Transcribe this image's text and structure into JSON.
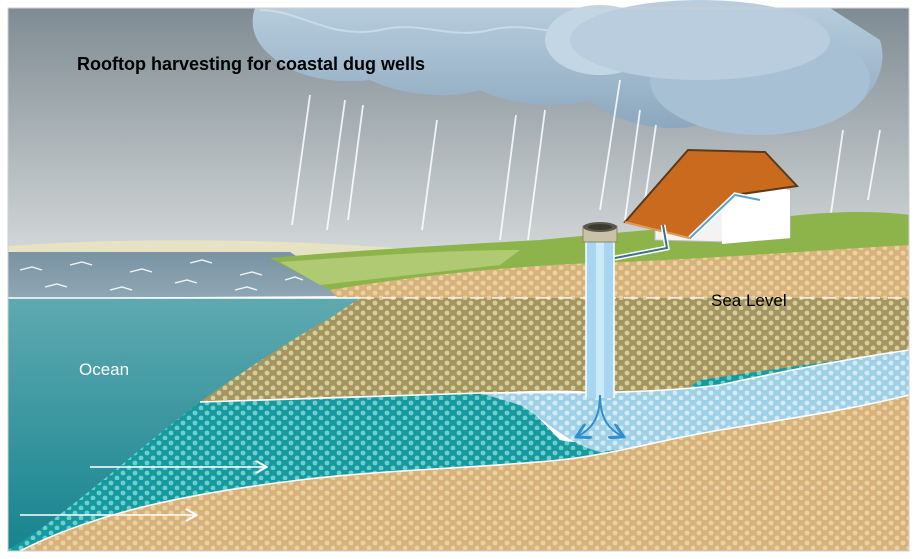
{
  "title": "Rooftop harvesting for coastal dug wells",
  "labels": {
    "sea_level": "Sea Level",
    "ocean": "Ocean"
  },
  "colors": {
    "sky_top": "#8a959c",
    "sky_bottom": "#c9d0d2",
    "ocean_top": "#5aa6ad",
    "ocean_bottom": "#1f8a95",
    "sand": "#d8b67e",
    "soil": "#a89a63",
    "groundwater_fresh": "#a9d6ea",
    "groundwater_saline": "#1fa3a8",
    "roof": "#c8661d",
    "grass": "#8fb84a",
    "well_shaft": "#a6d6f1"
  }
}
